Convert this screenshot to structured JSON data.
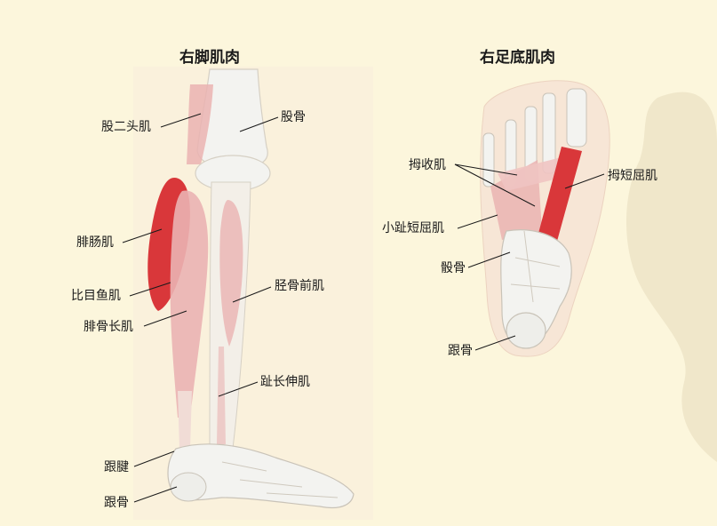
{
  "leg": {
    "title": "右脚肌肉",
    "labels": {
      "biceps_femoris": "股二头肌",
      "femur": "股骨",
      "gastrocnemius": "腓肠肌",
      "soleus": "比目鱼肌",
      "peroneus_longus": "腓骨长肌",
      "tibialis_anterior": "胫骨前肌",
      "extensor_digitorum_longus": "趾长伸肌",
      "achilles_tendon": "跟腱",
      "calcaneus": "跟骨"
    }
  },
  "foot": {
    "title": "右足底肌肉",
    "labels": {
      "adductor_hallucis": "拇收肌",
      "flexor_hallucis_brevis": "拇短屈肌",
      "flexor_digitorum_brevis": "小趾短屈肌",
      "navicular": "骰骨",
      "calcaneus": "跟骨"
    }
  },
  "colors": {
    "background": "#fcf6dc",
    "panel": "#faf1dc",
    "muscle_red": "#d9373a",
    "muscle_pink": "#eab3b2",
    "bone": "#f3f3f0",
    "leader_line": "#1a1a1a"
  }
}
